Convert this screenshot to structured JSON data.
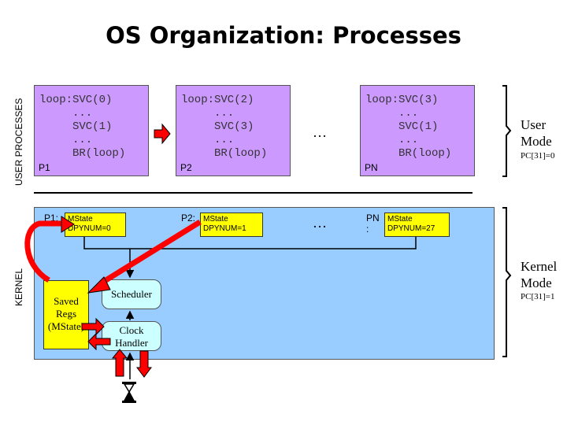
{
  "title": "OS Organization: Processes",
  "side_labels": {
    "user": "USER PROCESSES",
    "kernel": "KERNEL"
  },
  "processes": [
    {
      "code": "loop:SVC(0)\n     ...\n     SVC(1)\n     ...\n     BR(loop)",
      "label": "P1"
    },
    {
      "code": "loop:SVC(2)\n     ...\n     SVC(3)\n     ...\n     BR(loop)",
      "label": "P2"
    },
    {
      "code": "loop:SVC(3)\n     ...\n     SVC(1)\n     ...\n     BR(loop)",
      "label": "PN"
    }
  ],
  "ellipsis": "…",
  "user_mode": {
    "line1": "User",
    "line2": "Mode",
    "pc": "PC[31]=0"
  },
  "kernel_mode": {
    "line1": "Kernel",
    "line2": "Mode",
    "pc": "PC[31]=1"
  },
  "kernel": {
    "entries": [
      {
        "label": "P1:",
        "line1": "MState",
        "line2": "DPYNUM=0"
      },
      {
        "label": "P2:",
        "line1": "MState",
        "line2": "DPYNUM=1"
      },
      {
        "label": "PN\n:",
        "line1": "MState",
        "line2": "DPYNUM=27"
      }
    ],
    "saved_regs": "Saved\nRegs\n(MState)",
    "scheduler": "Scheduler",
    "clock_handler": "Clock\nHandler"
  },
  "colors": {
    "process_fill": "#cc99ff",
    "kernel_fill": "#99ccff",
    "mstate_fill": "#ffff00",
    "node_fill": "#ccffff",
    "arrow_red": "#ff0000"
  },
  "icons": {
    "timer": "hourglass-icon"
  }
}
